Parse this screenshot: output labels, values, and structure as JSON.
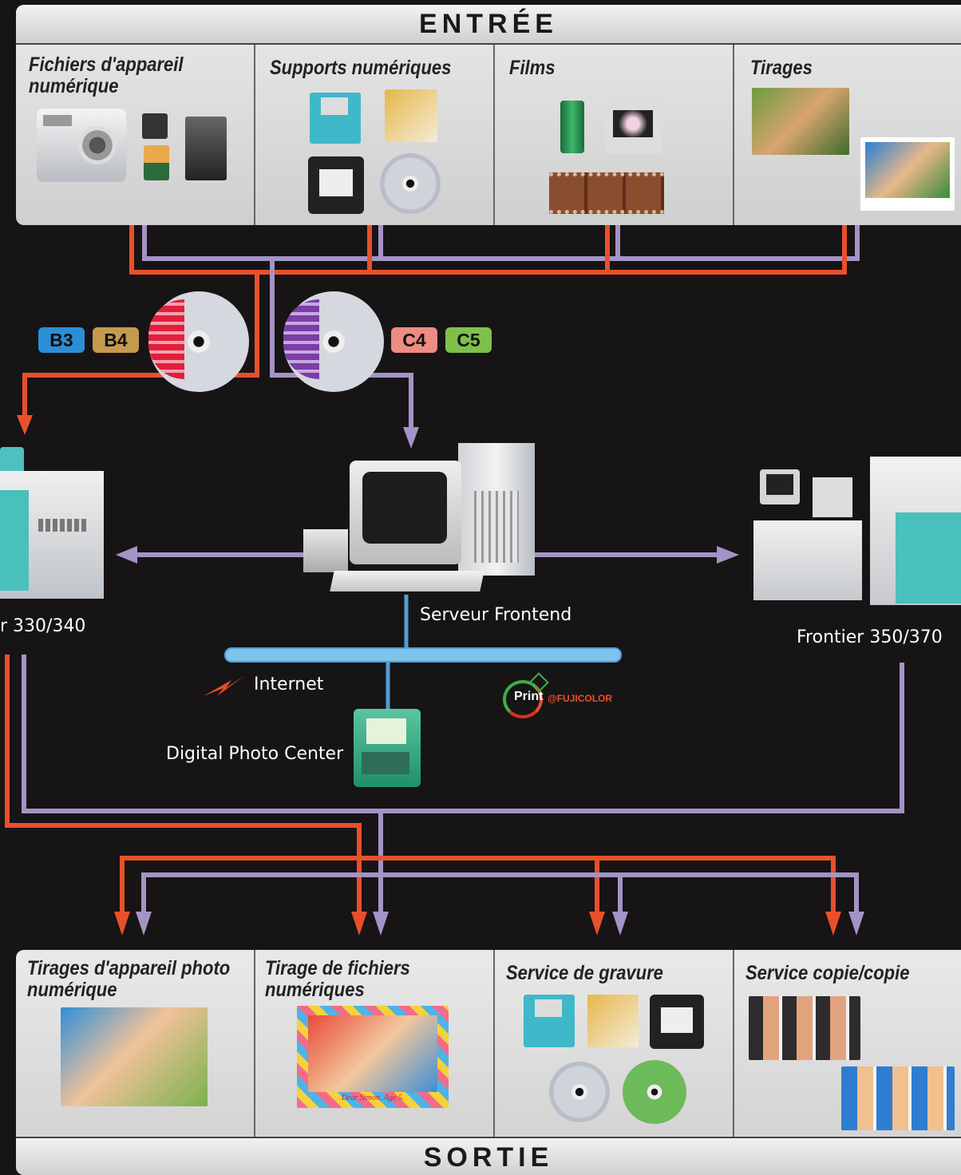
{
  "input": {
    "header": "ENTRÉE",
    "columns": [
      "Fichiers d'appareil numérique",
      "Supports numériques",
      "Films",
      "Tirages"
    ]
  },
  "output": {
    "header": "SORTIE",
    "columns": [
      "Tirages d'appareil photo numérique",
      "Tirage de fichiers numériques",
      "Service de gravure",
      "Service copie/copie"
    ],
    "caption": "Dear Simon, Age 5."
  },
  "badges": [
    "B3",
    "B4",
    "C4",
    "C5"
  ],
  "labels": {
    "left_device": "r 330/340",
    "server": "Serveur Frontend",
    "right_device": "Frontier 350/370",
    "internet": "Internet",
    "kiosk": "Digital Photo Center",
    "print_logo": "Print",
    "print_logo_suffix": "@FUJICOLOR"
  },
  "colors": {
    "orange": "#e8502b",
    "purple": "#a493c6",
    "blue": "#4f9ed8",
    "background": "#171415"
  }
}
